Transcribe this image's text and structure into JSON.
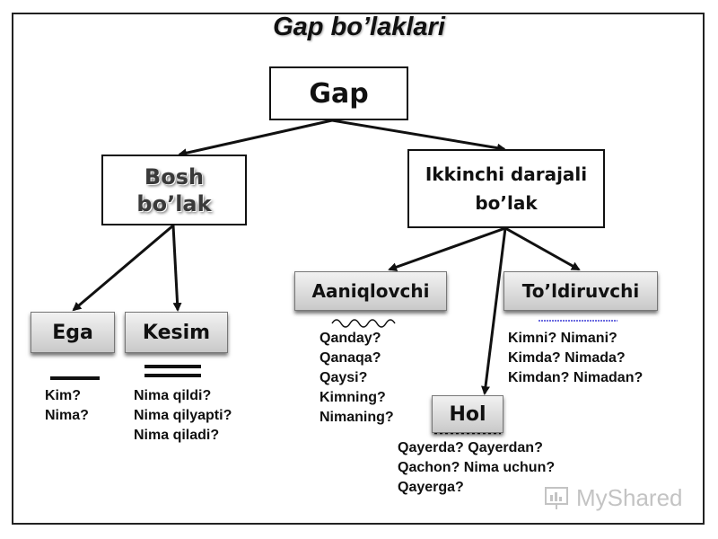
{
  "title": "Gap bo’laklari",
  "nodes": {
    "gap": "Gap",
    "bosh": [
      "Bosh",
      "bo’lak"
    ],
    "ikkinchi": [
      "Ikkinchi darajali",
      "bo’lak"
    ],
    "ega": "Ega",
    "kesim": "Kesim",
    "aaniqlovchi": "Aaniqlovchi",
    "toldiruvchi": "To’ldiruvchi",
    "hol": "Hol"
  },
  "questions": {
    "ega": [
      "Kim?",
      "Nima?"
    ],
    "kesim": [
      "Nima qildi?",
      "Nima qilyapti?",
      "Nima qiladi?"
    ],
    "aaniqlovchi": [
      "Qanday?",
      "Qanaqa?",
      "Qaysi?",
      "Kimning?",
      "Nimaning?"
    ],
    "toldiruvchi": [
      "Kimni? Nimani?",
      "Kimda? Nimada?",
      "Kimdan? Nimadan?"
    ],
    "hol": [
      "Qayerda? Qayerdan?",
      "Qachon? Nima uchun?",
      "Qayerga?"
    ]
  },
  "underline_marks": {
    "ega": "single line",
    "kesim": "double line",
    "aaniqlovchi": "wavy line",
    "toldiruvchi": "dashed line",
    "hol": "dot-dash line"
  },
  "watermark": "MyShared",
  "colors": {
    "border": "#111111",
    "button_top": "#f2f2f2",
    "button_bottom": "#c9c9c9",
    "dash_line": "#3b3bd6"
  }
}
